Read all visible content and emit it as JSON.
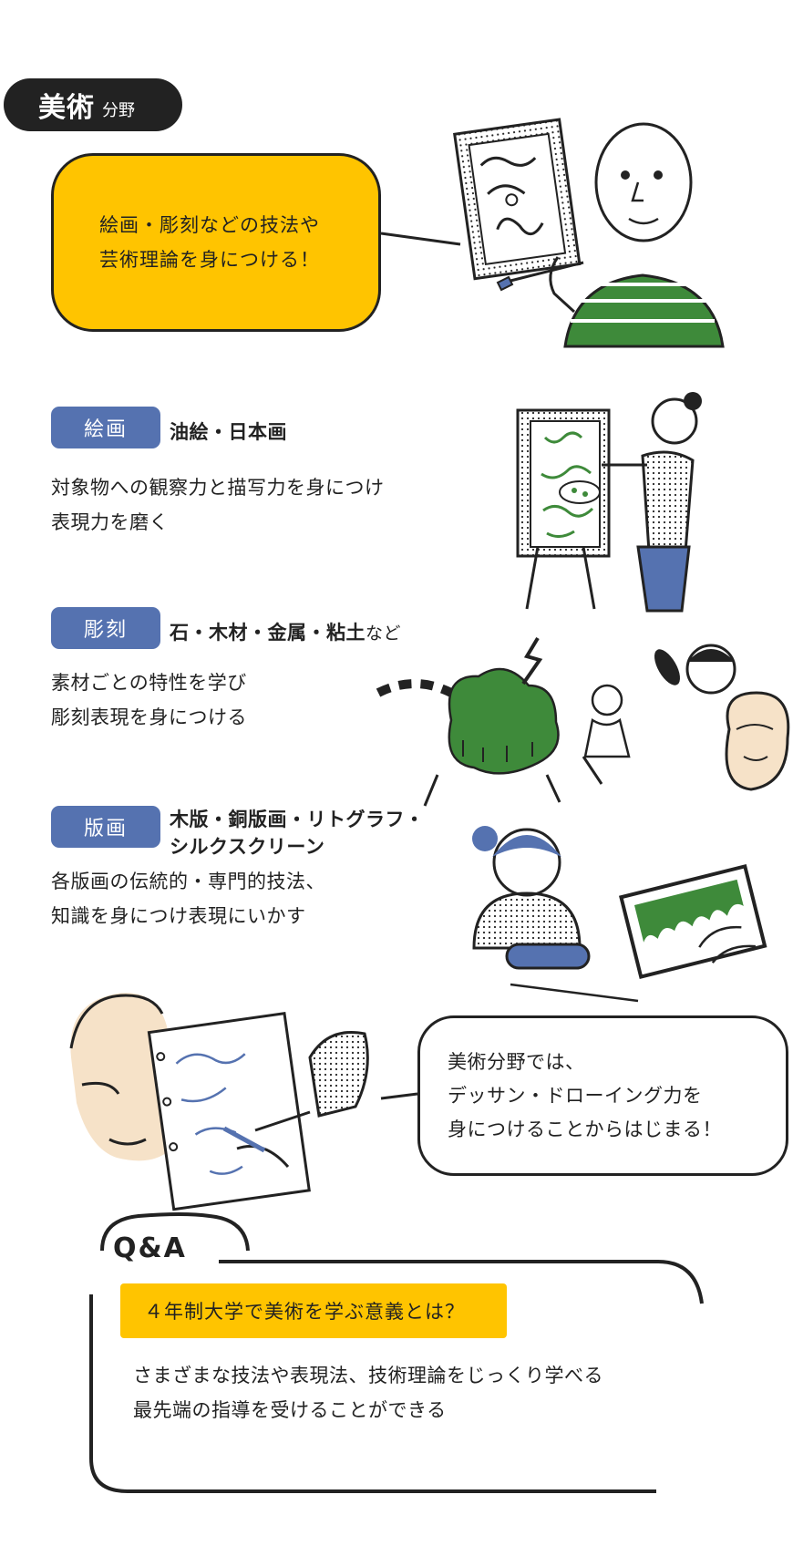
{
  "header": {
    "title": "美術",
    "subtitle": "分野"
  },
  "intro": {
    "lines": [
      "絵画・彫刻などの技法や",
      "芸術理論を身につける！"
    ]
  },
  "sections": [
    {
      "tag": "絵画",
      "title": "油絵・日本画",
      "title_suffix": "",
      "title_line2": "",
      "desc": [
        "対象物への観察力と描写力を身につけ",
        "表現力を磨く"
      ]
    },
    {
      "tag": "彫刻",
      "title": "石・木材・金属・粘土",
      "title_suffix": "など",
      "title_line2": "",
      "desc": [
        "素材ごとの特性を学び",
        "彫刻表現を身につける"
      ]
    },
    {
      "tag": "版画",
      "title": "木版・銅版画・リトグラフ・",
      "title_suffix": "",
      "title_line2": "シルクスクリーン",
      "desc": [
        "各版画の伝統的・専門的技法、",
        "知識を身につけ表現にいかす"
      ]
    }
  ],
  "speech": {
    "lines": [
      "美術分野では、",
      "デッサン・ドローイング力を",
      "身につけることからはじまる！"
    ]
  },
  "qa": {
    "label": "Q&A",
    "question": "４年制大学で美術を学ぶ意義とは？",
    "answer": [
      "さまざまな技法や表現法、技術理論をじっくり学べる",
      "最先端の指導を受けることができる"
    ]
  },
  "colors": {
    "accent_yellow": "#FFC400",
    "tag_blue": "#5572B0",
    "ink": "#222222",
    "green": "#3E8A3A",
    "skin": "#F6E2C8"
  },
  "icons": [
    "painter-man-illustration",
    "painter-woman-illustration",
    "sculpture-illustration",
    "printmaking-illustration",
    "drawing-illustration"
  ]
}
